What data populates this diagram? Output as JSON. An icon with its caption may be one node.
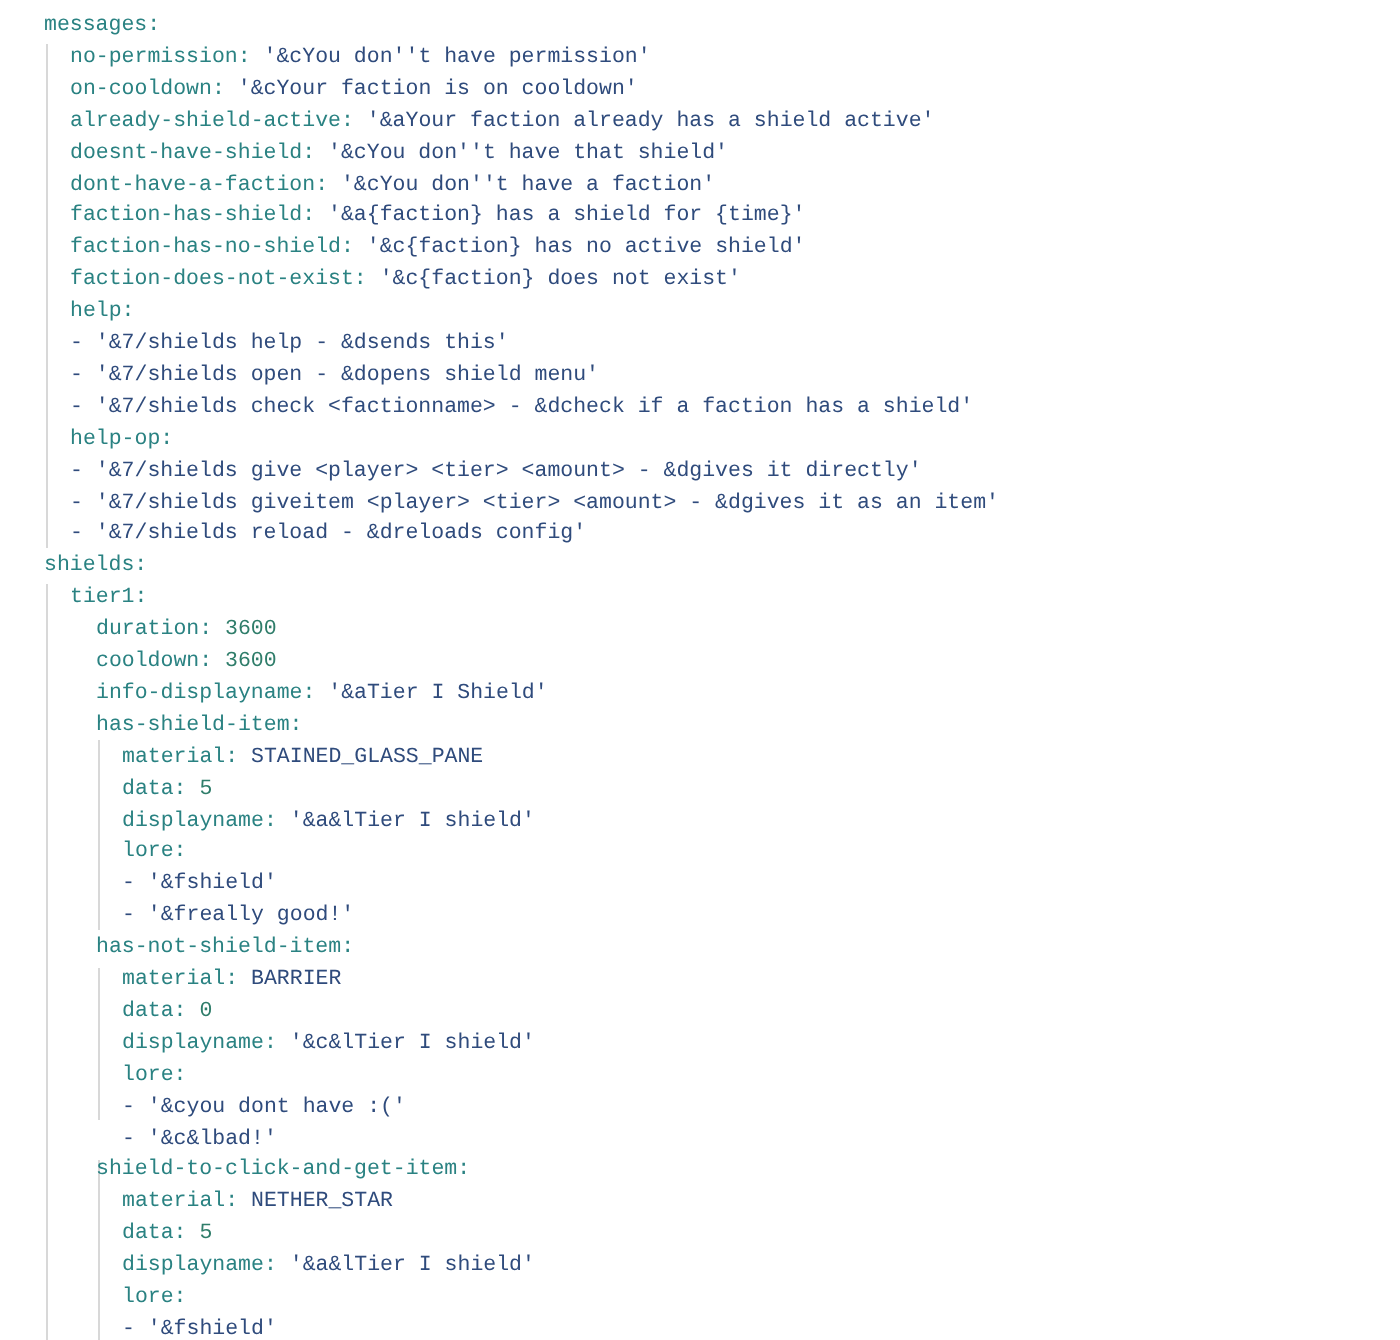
{
  "diagram": {
    "labels": [
      "messages:",
      "no-permission: '&cYou don''t have permission'",
      "on-cooldown: '&cYour faction is on cooldown'",
      "already-shield-active: '&aYour faction already has a shield active'",
      "doesnt-have-shield: '&cYou don''t have that shield'",
      "dont-have-a-faction: '&cYou don''t have a faction'",
      "faction-has-shield: '&a{faction} has a shield for {time}'",
      "faction-has-no-shield: '&c{faction} has no active shield'",
      "faction-does-not-exist: '&c{faction} does not exist'",
      "help:",
      "- '&7/shields help - &dsends this'",
      "- '&7/shields open - &dopens shield menu'",
      "- '&7/shields check <factionname> - &dcheck if a faction has a shield'",
      "help-op:",
      "- '&7/shields give <player> <tier> <amount> - &dgives it directly'",
      "- '&7/shields giveitem <player> <tier> <amount> - &dgives it as an item'",
      "- '&7/shields reload - &dreloads config'",
      "shields:",
      "tier1:",
      "duration: 3600",
      "cooldown: 3600",
      "info-displayname: '&aTier I Shield'",
      "has-shield-item:",
      "material: STAINED_GLASS_PANE",
      "data: 5",
      "displayname: '&a&lTier I shield'",
      "lore:",
      "- '&fshield'",
      "- '&freally good!'",
      "has-not-shield-item:",
      "material: BARRIER",
      "data: 0",
      "displayname: '&c&lTier I shield'",
      "lore:",
      "- '&cyou dont have :('",
      "- '&c&lbad!'",
      "shield-to-click-and-get-item:",
      "material: NETHER_STAR",
      "data: 5",
      "displayname: '&a&lTier I shield'",
      "lore:",
      "- '&fshield'"
    ]
  }
}
